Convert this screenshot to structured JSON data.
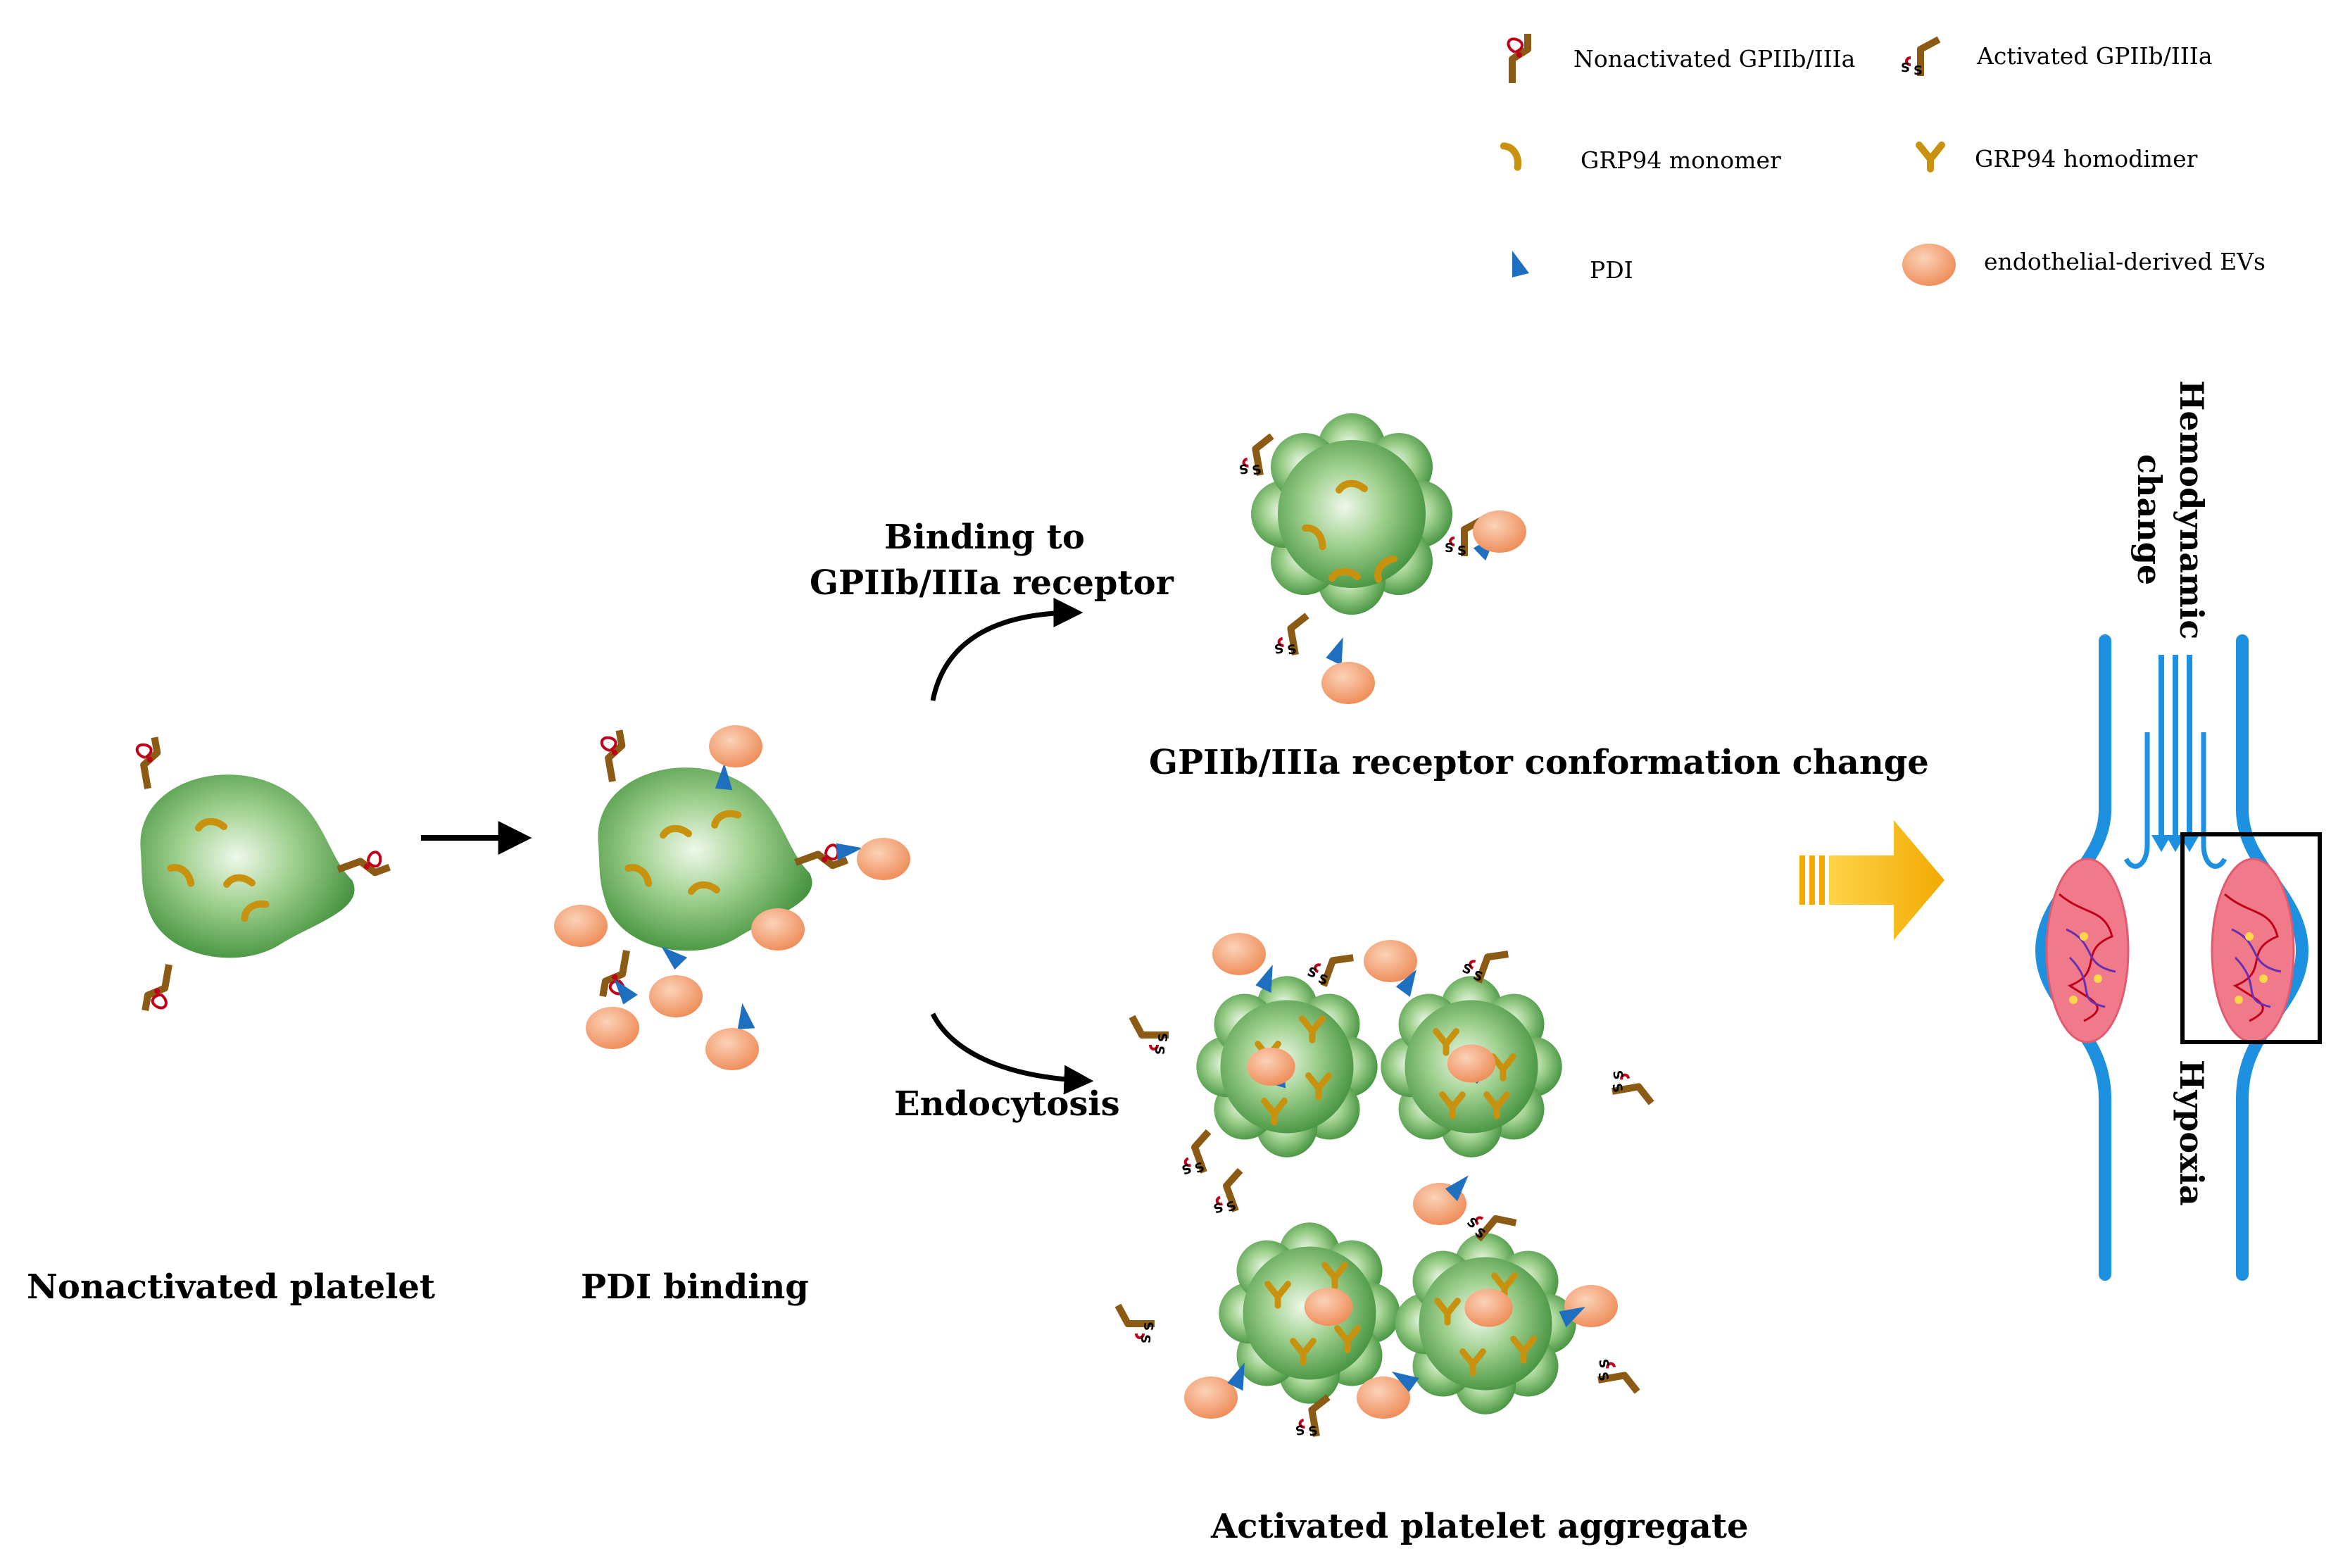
{
  "legend": {
    "nonactivated_gp": "Nonactivated GPIIb/IIIa",
    "activated_gp": "Activated GPIIb/IIIa",
    "grp94_monomer": "GRP94 monomer",
    "grp94_homodimer": "GRP94 homodimer",
    "pdi": "PDI",
    "evs": "endothelial-derived EVs"
  },
  "stages": {
    "nonactivated": "Nonactivated platelet",
    "pdi_binding": "PDI binding",
    "binding_line1": "Binding to",
    "binding_line2": "GPIIb/IIIa receptor",
    "conformation": "GPIIb/IIIa receptor conformation change",
    "endocytosis": "Endocytosis",
    "aggregate": "Activated platelet aggregate"
  },
  "vessel": {
    "hemodynamic_line1": "Hemodynamic",
    "hemodynamic_line2": "change",
    "hypoxia": "Hypoxia"
  },
  "colors": {
    "platelet_green": "#4e9a4e",
    "receptor_brown": "#8b5a14",
    "disulfide_red": "#c0001a",
    "grp94_gold": "#c8920f",
    "pdi_blue": "#1f6fc0",
    "ev_orange": "#f4a072",
    "vessel_blue": "#1e90e0",
    "clot_pink": "#f07a8a",
    "arrow_yellow": "#f5b800"
  }
}
